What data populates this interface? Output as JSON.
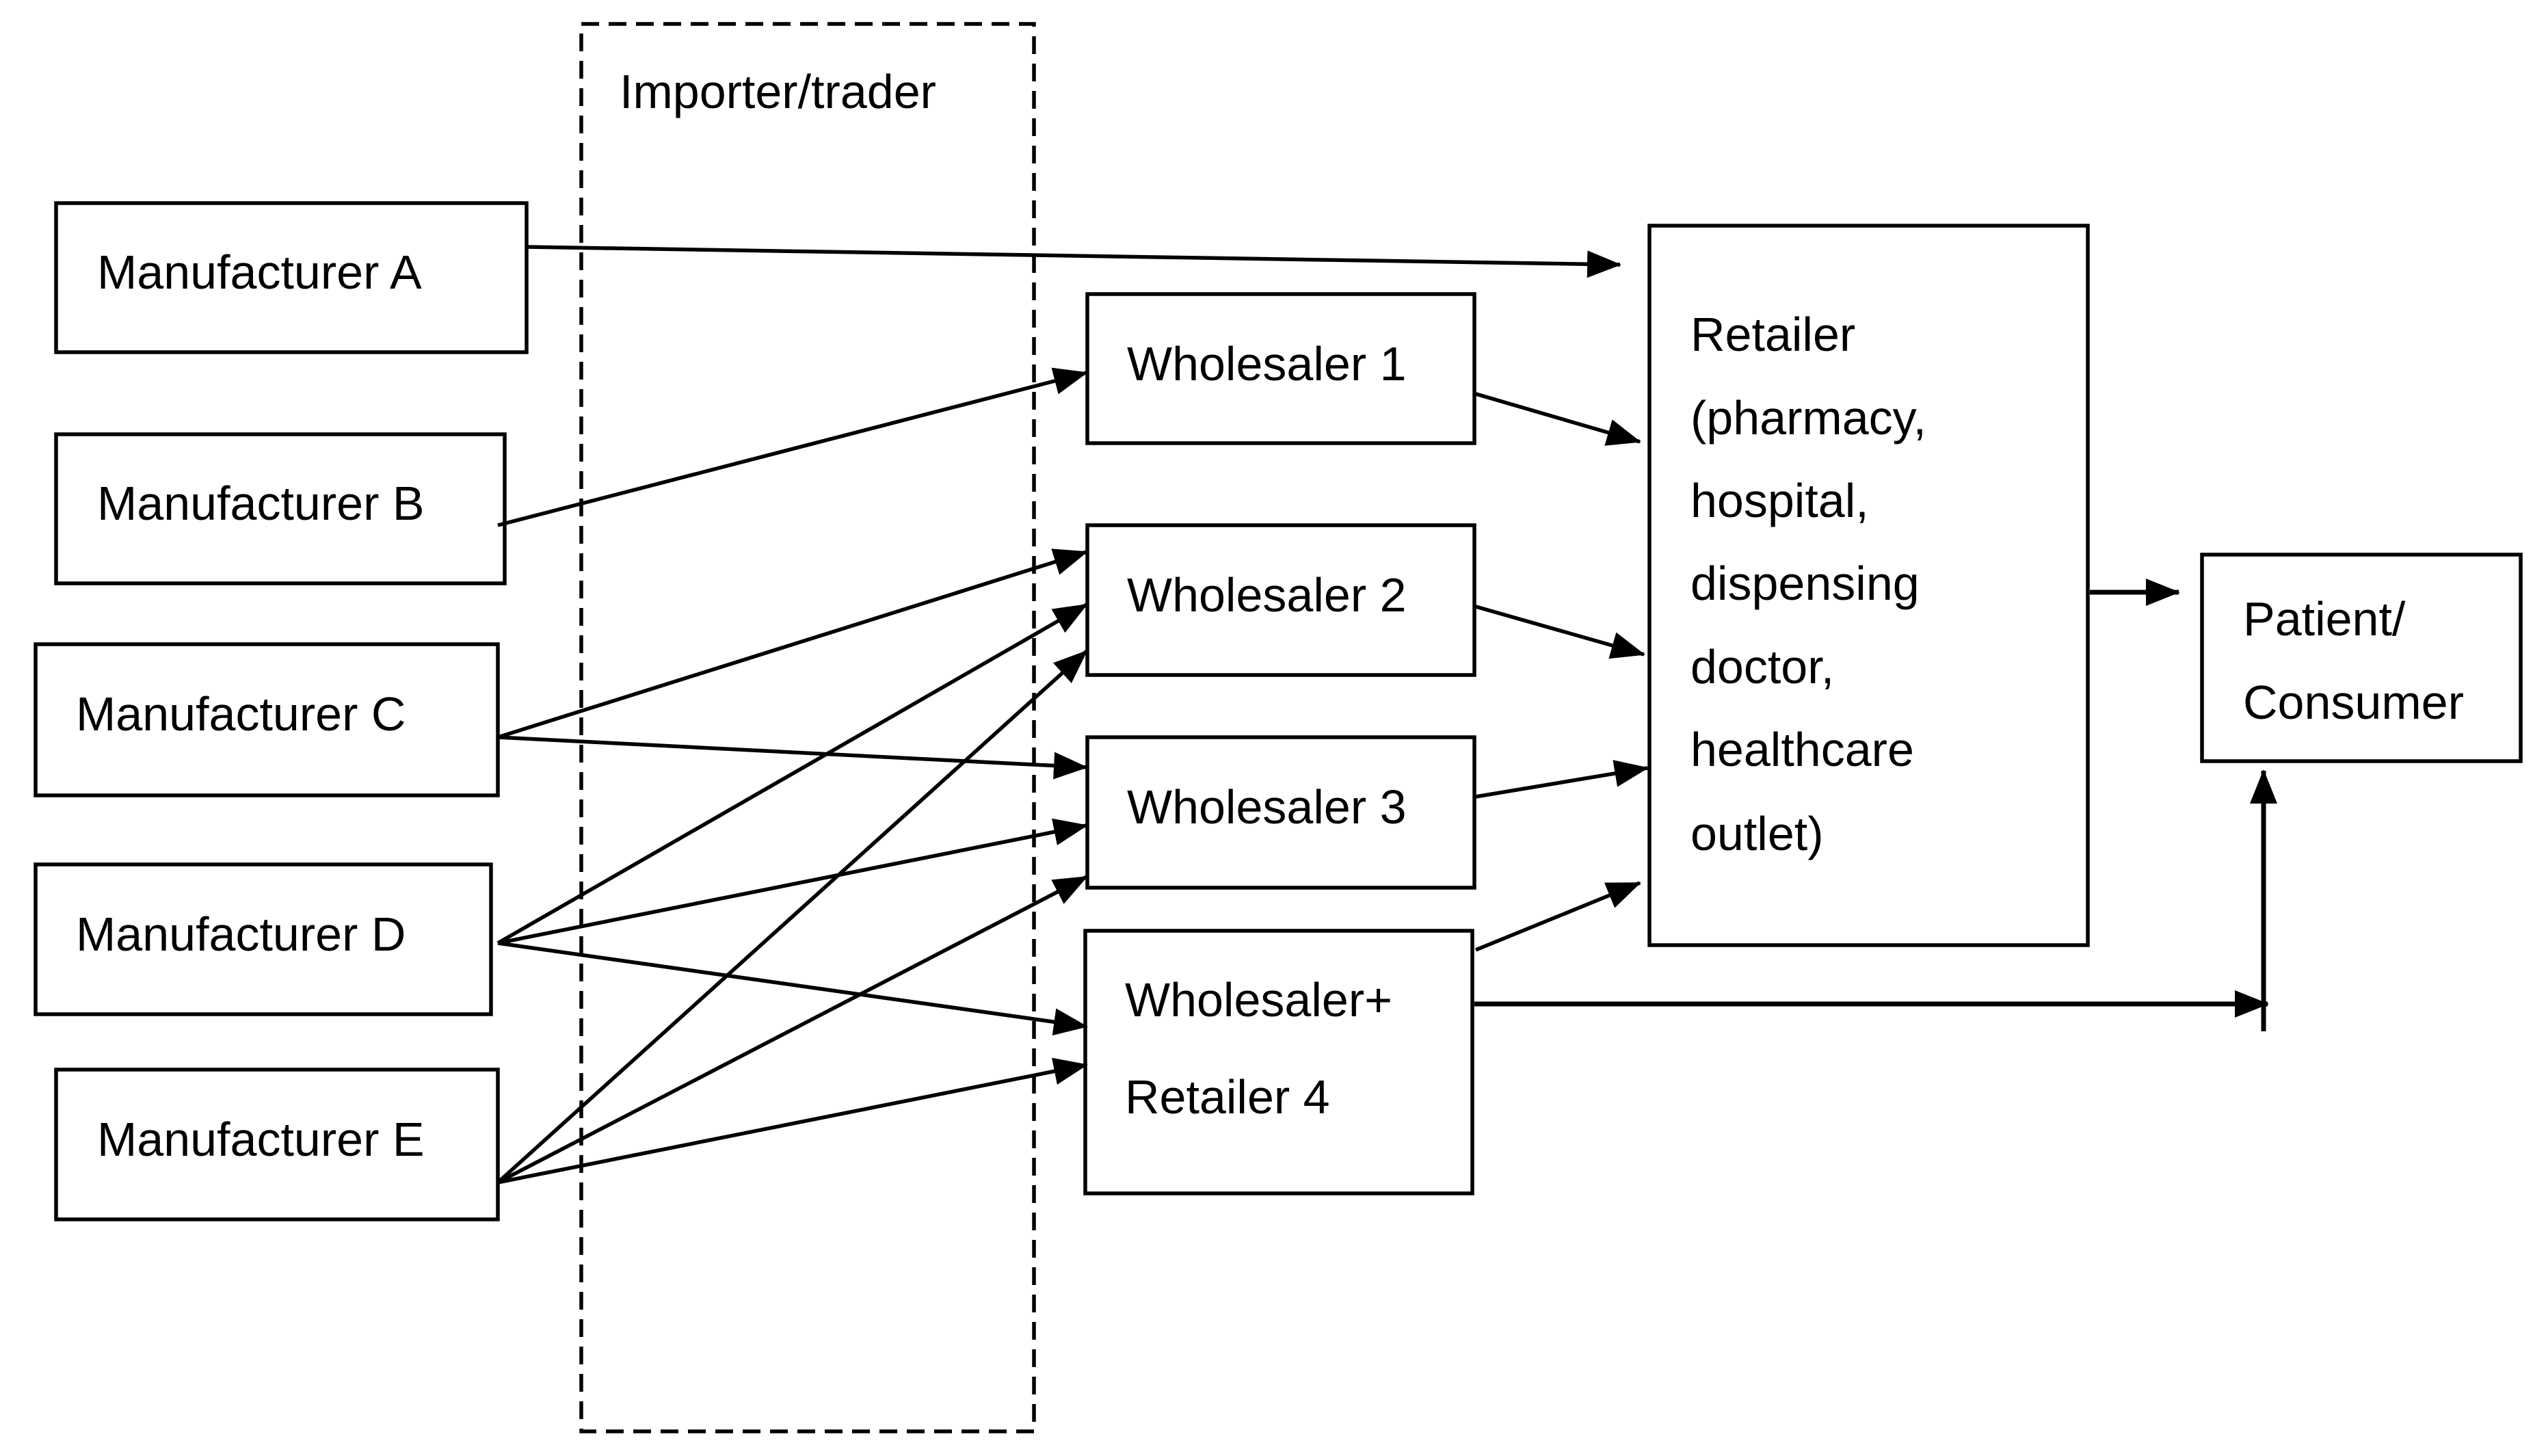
{
  "diagram": {
    "importer_label": "Importer/trader",
    "manufacturers": {
      "a": "Manufacturer A",
      "b": "Manufacturer B",
      "c": "Manufacturer C",
      "d": "Manufacturer D",
      "e": "Manufacturer E"
    },
    "wholesalers": {
      "w1": "Wholesaler 1",
      "w2": "Wholesaler 2",
      "w3": "Wholesaler 3",
      "w4_line1": "Wholesaler+",
      "w4_line2": "Retailer 4"
    },
    "retailer": {
      "lines": [
        "Retailer",
        "(pharmacy,",
        "hospital,",
        "dispensing",
        "doctor,",
        "healthcare",
        "outlet)"
      ]
    },
    "patient": {
      "line1": "Patient/",
      "line2": "Consumer"
    },
    "edges": [
      {
        "from": "Manufacturer A",
        "to": "Retailer"
      },
      {
        "from": "Manufacturer B",
        "to": "Wholesaler 1"
      },
      {
        "from": "Manufacturer C",
        "to": "Wholesaler 2"
      },
      {
        "from": "Manufacturer C",
        "to": "Wholesaler 3"
      },
      {
        "from": "Manufacturer D",
        "to": "Wholesaler 2"
      },
      {
        "from": "Manufacturer D",
        "to": "Wholesaler 3"
      },
      {
        "from": "Manufacturer D",
        "to": "Wholesaler+ Retailer 4"
      },
      {
        "from": "Manufacturer E",
        "to": "Wholesaler 2"
      },
      {
        "from": "Manufacturer E",
        "to": "Wholesaler 3"
      },
      {
        "from": "Manufacturer E",
        "to": "Wholesaler+ Retailer 4"
      },
      {
        "from": "Wholesaler 1",
        "to": "Retailer"
      },
      {
        "from": "Wholesaler 2",
        "to": "Retailer"
      },
      {
        "from": "Wholesaler 3",
        "to": "Retailer"
      },
      {
        "from": "Wholesaler+ Retailer 4",
        "to": "Retailer"
      },
      {
        "from": "Wholesaler+ Retailer 4",
        "to": "Patient/Consumer"
      },
      {
        "from": "Retailer",
        "to": "Patient/Consumer"
      }
    ]
  }
}
